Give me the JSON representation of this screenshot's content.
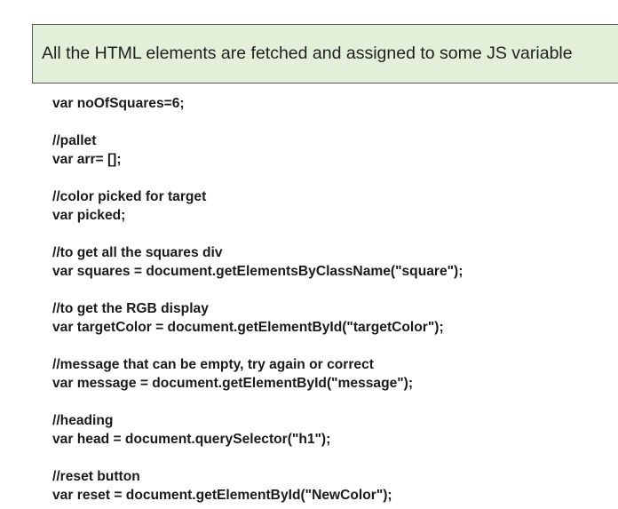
{
  "banner": {
    "text": "All the HTML elements are fetched and assigned to some JS variable",
    "background": "#e2efd9"
  },
  "code": {
    "lines": [
      "var noOfSquares=6;",
      "//pallet",
      "var arr= [];",
      "//color picked for target",
      "var picked;",
      "//to get all the squares div",
      "var squares = document.getElementsByClassName(\"square\");",
      "//to get the RGB display",
      "var targetColor = document.getElementById(\"targetColor\");",
      "//message that can be empty, try again or correct",
      "var message = document.getElementById(\"message\");",
      "//heading",
      "var head = document.querySelector(\"h1\");",
      "//reset button",
      "var reset = document.getElementById(\"NewColor\");"
    ]
  }
}
